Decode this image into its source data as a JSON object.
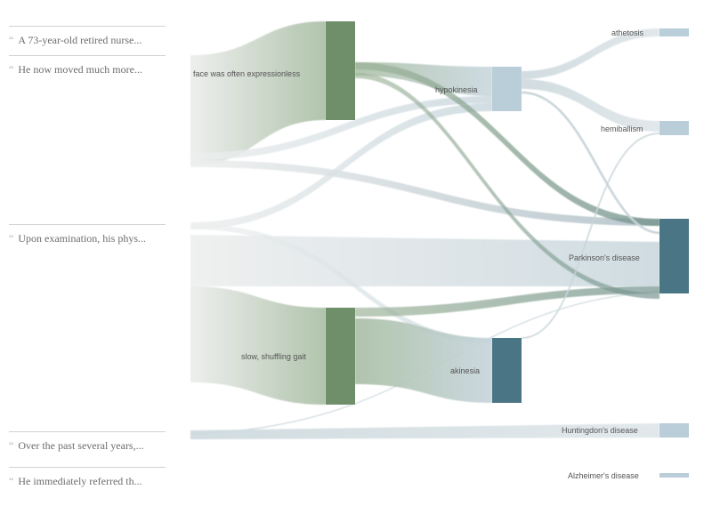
{
  "quotes": [
    {
      "mark": "“",
      "text": "A 73-year-old retired nurse..."
    },
    {
      "mark": "“",
      "text": "He now moved much more..."
    },
    {
      "mark": "“",
      "text": "Upon examination, his phys..."
    },
    {
      "mark": "“",
      "text": "Over the past several years,..."
    },
    {
      "mark": "“",
      "text": "He immediately referred th..."
    }
  ],
  "nodes": {
    "face": "face was often expressionless",
    "gait": "slow, shuffling gait",
    "hypokinesia": "hypokinesia",
    "akinesia": "akinesia",
    "athetosis": "athetosis",
    "hemiballism": "hemiballism",
    "parkinsons": "Parkinson's disease",
    "huntingtons": "Huntingdon's disease",
    "alzheimers": "Alzheimer's disease"
  },
  "colors": {
    "symptom_node": "#6e8f6a",
    "mid_node_light": "#b9ced8",
    "mid_node_dark": "#4a7585",
    "disease_node_light": "#b9ced8",
    "disease_node_dark": "#4a7585",
    "link_green": "#a8bca2",
    "link_gray": "#e4e6e6",
    "link_blue": "#c2d2da"
  }
}
